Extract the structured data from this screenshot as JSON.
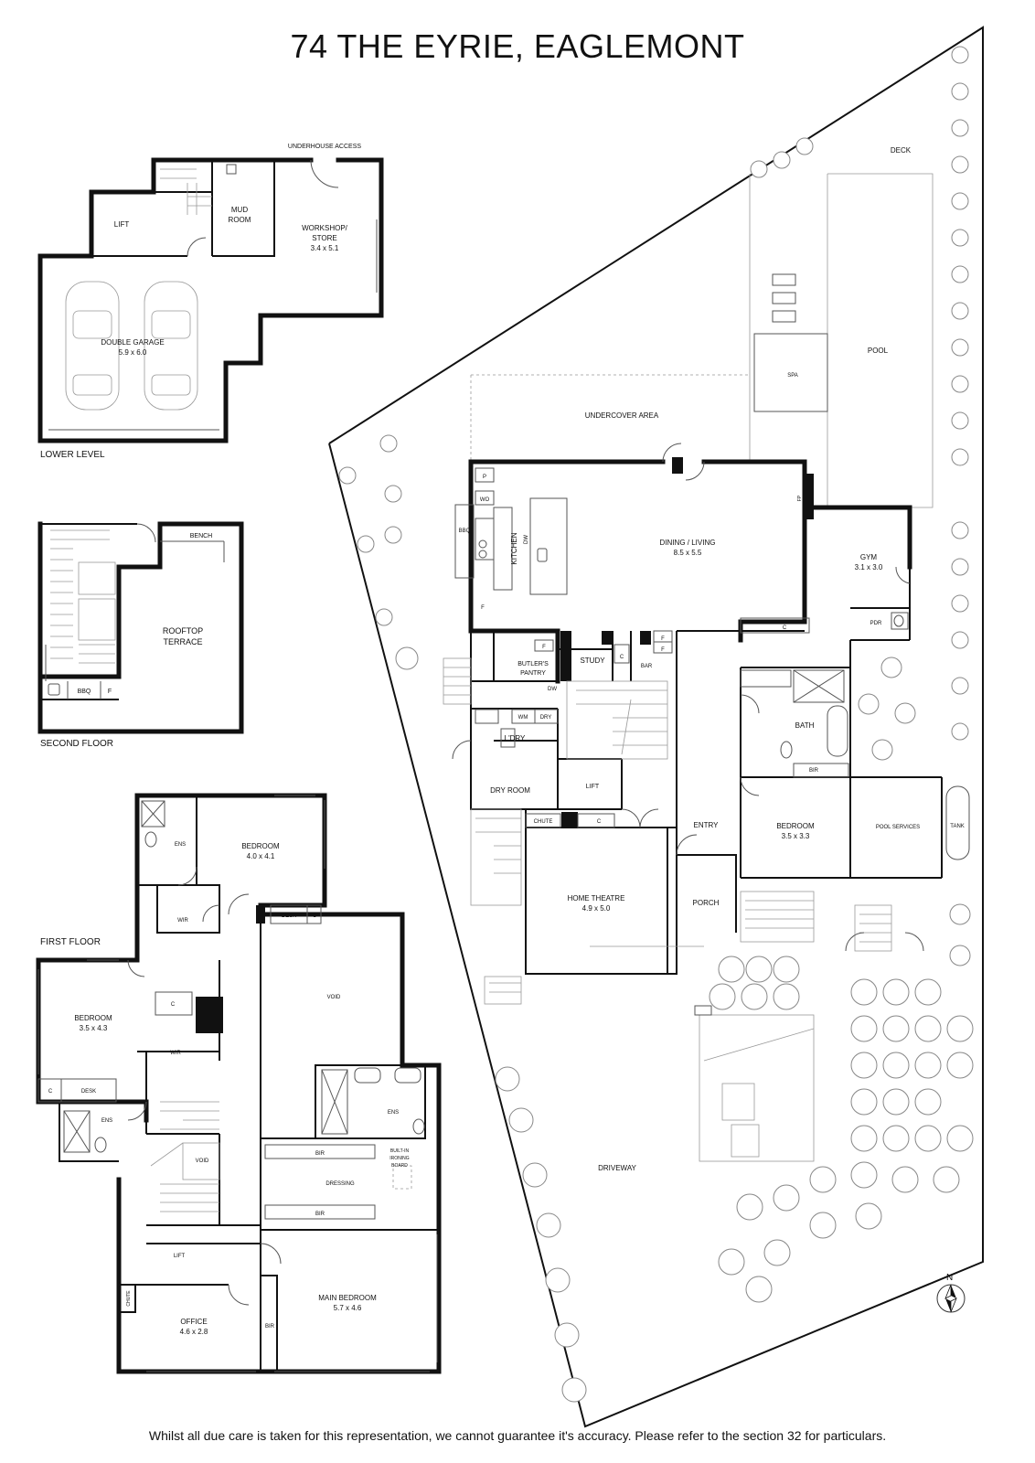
{
  "title": "74 THE EYRIE, EAGLEMONT",
  "disclaimer": "Whilst all due care is taken for this representation, we cannot guarantee it's accuracy. Please refer to the section 32 for particulars.",
  "levels": {
    "lower": "LOWER LEVEL",
    "second": "SECOND FLOOR",
    "first": "FIRST FLOOR"
  },
  "compass": "N",
  "rooms": {
    "underhouse_access": "UNDERHOUSE ACCESS",
    "lift_lower": "LIFT",
    "mud_room_1": "MUD",
    "mud_room_2": "ROOM",
    "workshop_1": "WORKSHOP/",
    "workshop_2": "STORE",
    "workshop_size": "3.4 x 5.1",
    "garage": "DOUBLE GARAGE",
    "garage_size": "5.9 x 6.0",
    "bench": "BENCH",
    "rooftop_1": "ROOFTOP",
    "rooftop_2": "TERRACE",
    "bbq_roof": "BBQ",
    "f_roof": "F",
    "deck": "DECK",
    "pool": "POOL",
    "spa": "SPA",
    "undercover": "UNDERCOVER AREA",
    "p": "P",
    "wo": "WO",
    "bbq": "BBQ",
    "kitchen": "KITCHEN",
    "dw": "DW",
    "f_kitchen": "F",
    "fp": "FP",
    "dining": "DINING / LIVING",
    "dining_size": "8.5 x 5.5",
    "gym": "GYM",
    "gym_size": "3.1 x 3.0",
    "pdr": "PDR",
    "c_hall": "C",
    "f_pantry": "F",
    "butlers_1": "BUTLER'S",
    "butlers_2": "PANTRY",
    "dw_pantry": "DW",
    "study": "STUDY",
    "c_study": "C",
    "bar": "BAR",
    "f_bar_1": "F",
    "f_bar_2": "F",
    "wm": "WM",
    "dry": "DRY",
    "ldry": "L'DRY",
    "dry_room": "DRY ROOM",
    "lift_ground": "LIFT",
    "bath": "BATH",
    "bir_ground": "BIR",
    "chute_ground": "CHUTE",
    "c_chute": "C",
    "entry": "ENTRY",
    "bedroom_ground": "BEDROOM",
    "bedroom_ground_size": "3.5 x 3.3",
    "pool_services": "POOL SERVICES",
    "tank": "TANK",
    "home_theatre": "HOME THEATRE",
    "home_theatre_size": "4.9 x 5.0",
    "porch": "PORCH",
    "driveway": "DRIVEWAY",
    "ens_1": "ENS",
    "bedroom_1": "BEDROOM",
    "bedroom_1_size": "4.0 x 4.1",
    "wir_1": "WIR",
    "desk_1": "DESK",
    "c_desk_1": "C",
    "void_1": "VOID",
    "bedroom_2": "BEDROOM",
    "bedroom_2_size": "3.5 x 4.3",
    "c_bed_2": "C",
    "wir_2": "WIR",
    "c_desk_2": "C",
    "desk_2": "DESK",
    "ens_2": "ENS",
    "void_2": "VOID",
    "ens_main": "ENS",
    "bir_1": "BIR",
    "ironing_1": "BUILT-IN",
    "ironing_2": "IRONING",
    "ironing_3": "BOARD",
    "dressing": "DRESSING",
    "bir_2": "BIR",
    "lift_first": "LIFT",
    "main_bedroom": "MAIN BEDROOM",
    "main_bedroom_size": "5.7 x 4.6",
    "chute_first": "CHUTE",
    "bir_main": "BIR",
    "office": "OFFICE",
    "office_size": "4.6 x 2.8"
  }
}
